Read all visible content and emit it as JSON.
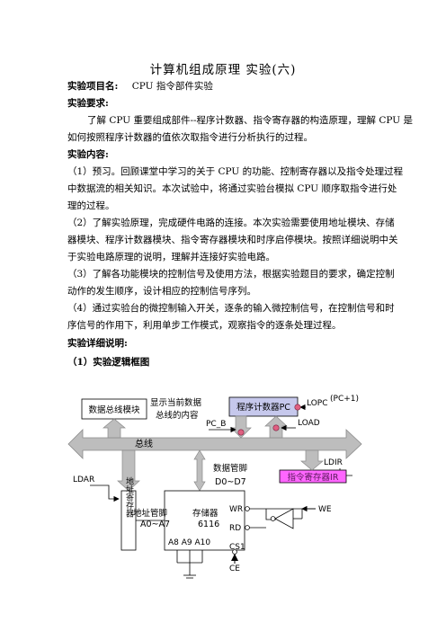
{
  "doc": {
    "title": "计算机组成原理 实验(六)",
    "project_label": "实验项目名:",
    "project_name": "CPU 指令部件实验",
    "req_label": "实验要求:",
    "req_line1": "了解 CPU 重要组成部件--程序计数器、指令寄存器的构造原理，理解 CPU 是",
    "req_line2": "如何按照程序计数器的值依次取指令进行分析执行的过程。",
    "content_label": "实验内容:",
    "c1_line1": "（1）预习。回顾课堂中学习的关于 CPU 的功能、控制寄存器以及指令处理过程",
    "c1_line2": "中数据流的相关知识。本次试验中，将通过实验台模拟 CPU 顺序取指令进行处",
    "c1_line3": "理的过程。",
    "c2_line1": "（2）了解实验原理，完成硬件电路的连接。本次实验需要使用地址模块、存储",
    "c2_line2": "器模块、程序计数器模块、指令寄存器模块和时序启停模块。按照详细说明中关",
    "c2_line3": "于实验电路原理的说明，理解并连接好实验电路。",
    "c3_line1": "（3）了解各功能模块的控制信号及使用方法，根据实验题目的要求，确定控制",
    "c3_line2": "动作的发生顺序，设计相应的控制信号序列。",
    "c4_line1": "（4）通过实验台的微控制输入开关，逐条的输入微控制信号，在控制信号和时",
    "c4_line2": "序信号的作用下，利用单步工作模式，观察指令的逐条处理过程。",
    "detail_label": "实验详细说明:",
    "sub1_label": "（1）实验逻辑框图"
  },
  "diagram": {
    "databus_module": "数据总线模块",
    "show_line1": "显示当前数据",
    "show_line2": "总线的内容",
    "pc_module": "程序计数器PC",
    "lopc": "LOPC",
    "pc_plus": "(PC+1)",
    "pc_b": "PC_B",
    "load": "LOAD",
    "bus": "总线",
    "ldir": "LDIR",
    "ldar": "LDAR",
    "data_pins_1": "数据管脚",
    "data_pins_2": "D0~D7",
    "ir_module": "指令寄存器IR",
    "addr_reg": "地址寄存器",
    "addr_pins_1": "地址管脚",
    "addr_pins_2": "A0~A7",
    "mem_1": "存储器",
    "mem_2": "6116",
    "wr": "WR",
    "rd": "RD",
    "cs1": "CS1",
    "we": "WE",
    "a_pins": "A8  A9  A10",
    "ce": "CE",
    "colors": {
      "bus_fill": "#bdbdbd",
      "pc_fill": "#c6c8ec",
      "ir_fill": "#ff66ff",
      "ir_text": "#5a1a5a",
      "marker": "#e06080"
    }
  }
}
